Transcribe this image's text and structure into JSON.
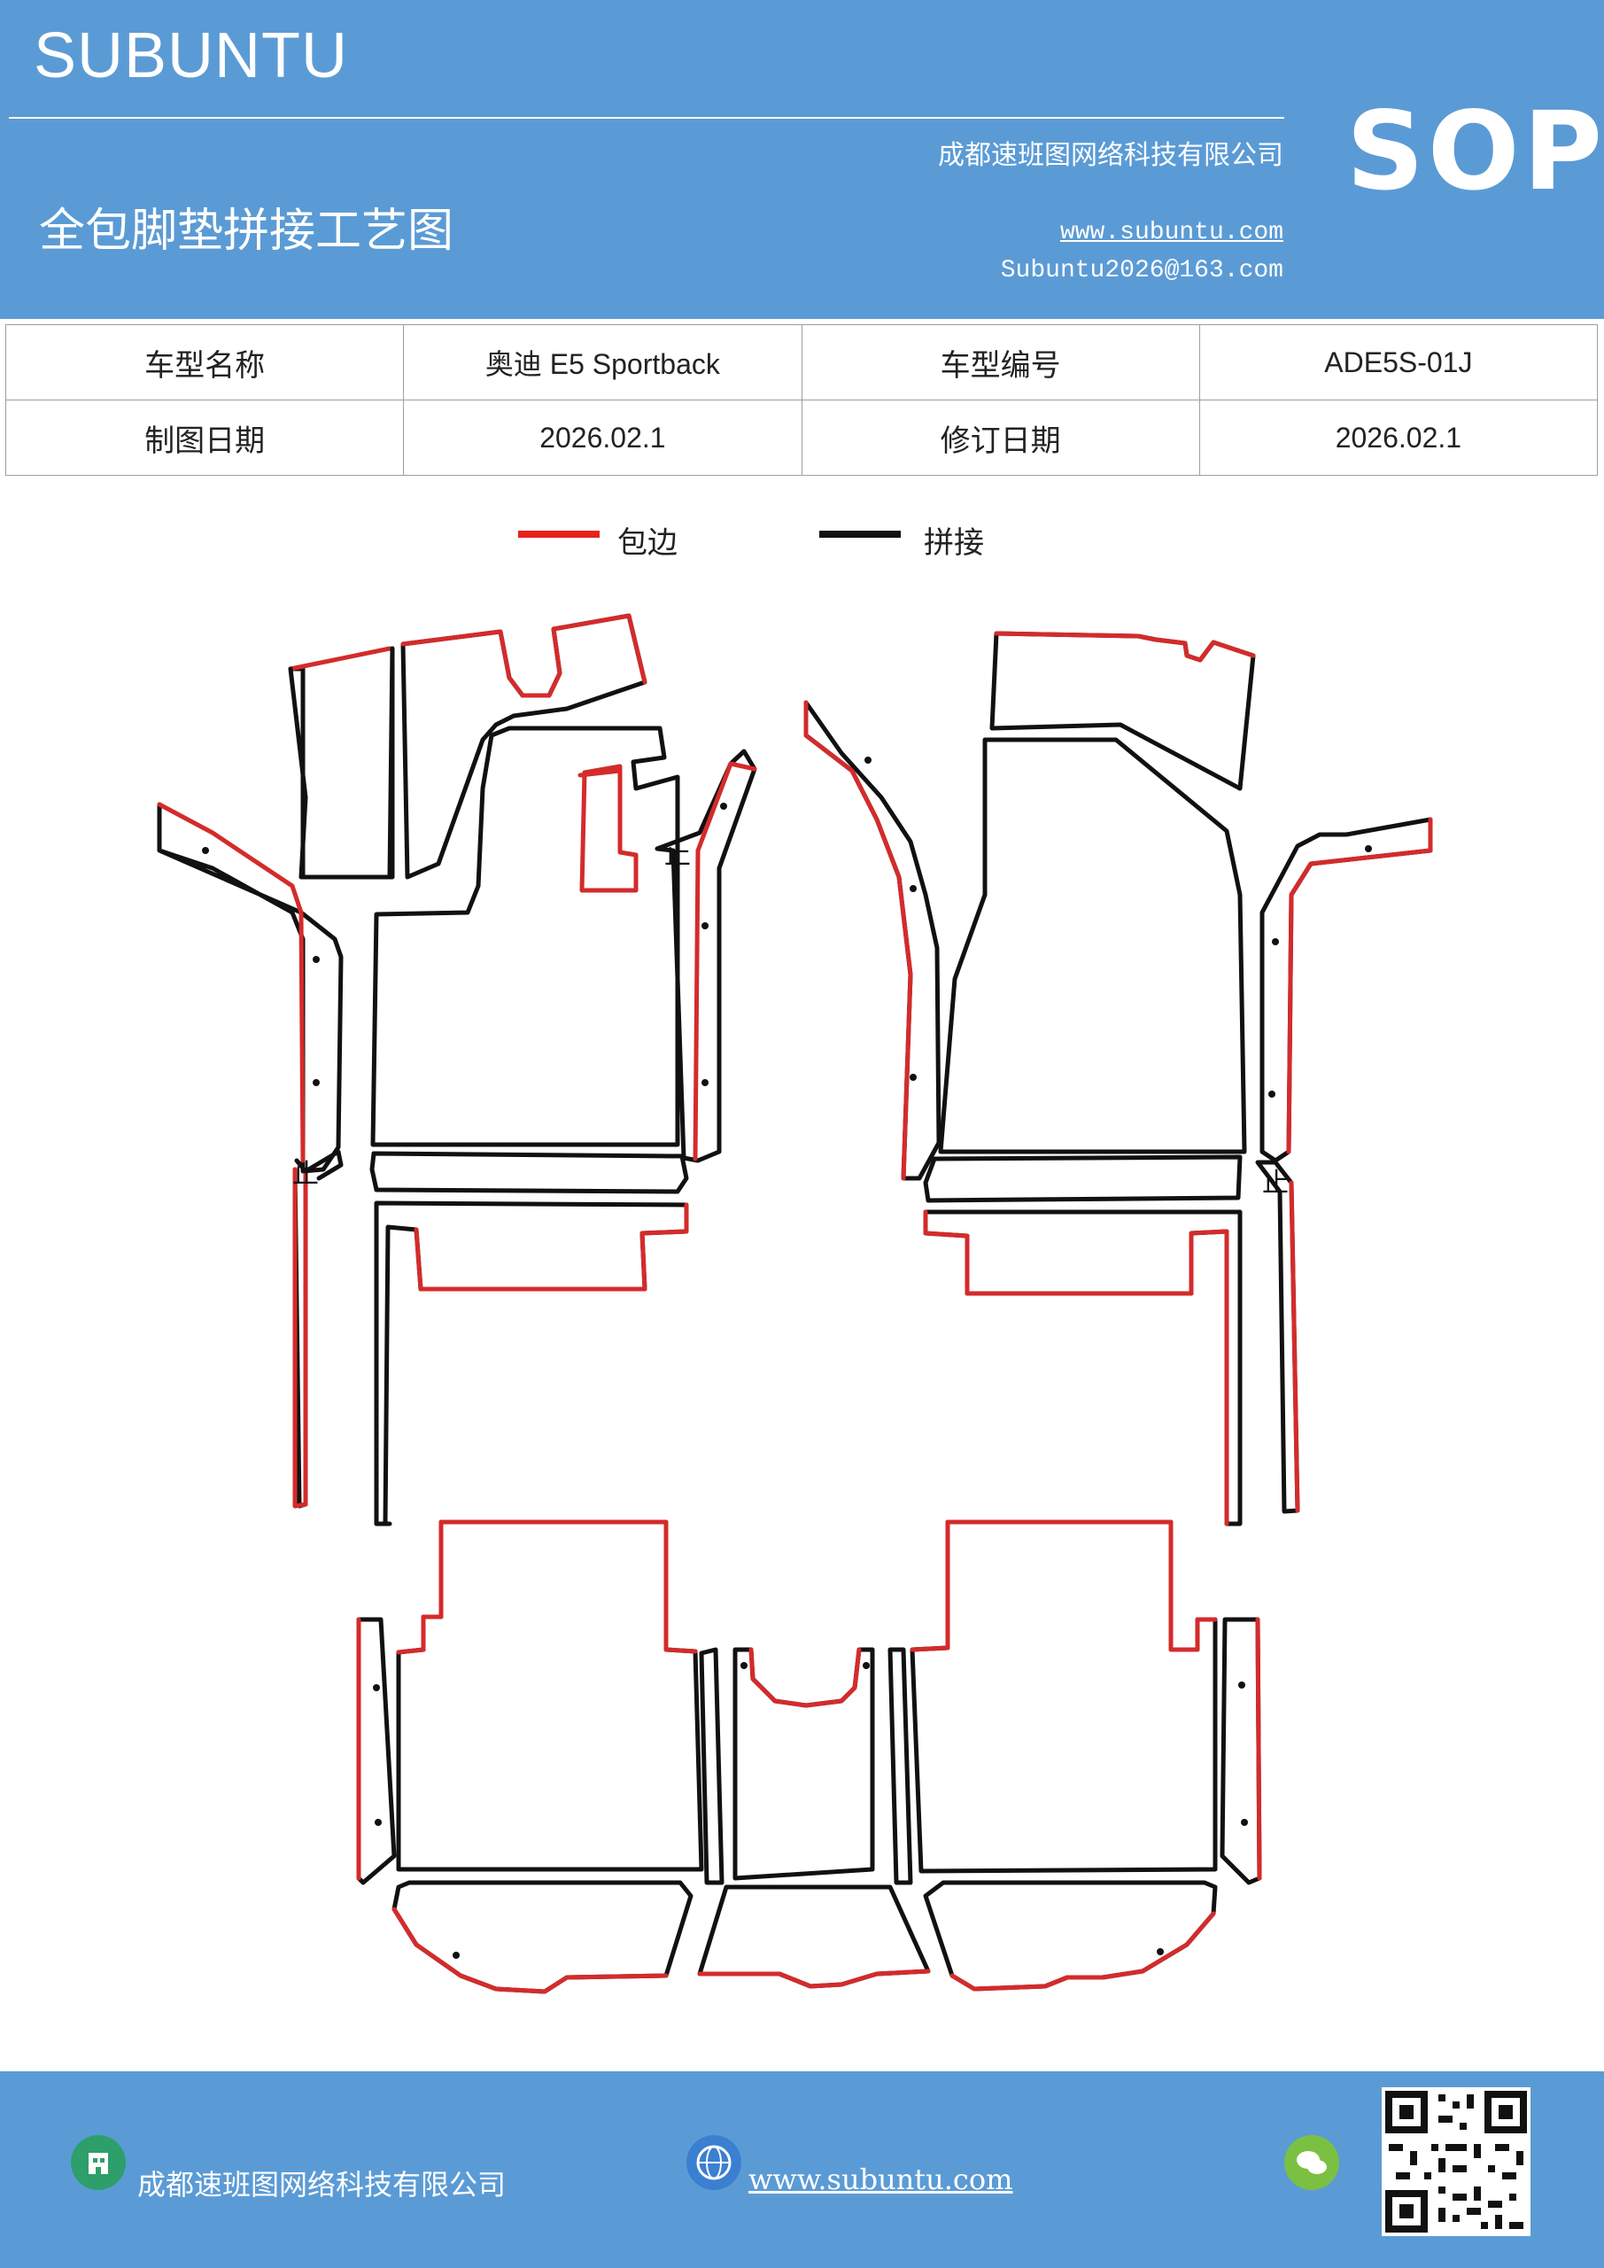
{
  "header": {
    "brand": "SUBUNTU",
    "doc_code": "SOP",
    "company": "成都速班图网络科技有限公司",
    "title": "全包脚垫拼接工艺图",
    "website": "www.subuntu.com",
    "email": "Subuntu2026@163.com"
  },
  "info_table": {
    "rows": [
      {
        "label1": "车型名称",
        "value1": "奥迪 E5  Sportback",
        "label2": "车型编号",
        "value2": "ADE5S-01J"
      },
      {
        "label1": "制图日期",
        "value1": "2026.02.1",
        "label2": "修订日期",
        "value2": "2026.02.1"
      }
    ]
  },
  "legend": [
    {
      "label": "包边",
      "color": "#e8231d"
    },
    {
      "label": "拼接",
      "color": "#111111"
    }
  ],
  "drawing": {
    "stop_marks": [
      "止",
      "止",
      "止"
    ],
    "edge_color": "#d42b2b",
    "seam_color": "#111111"
  },
  "footer": {
    "company": "成都速班图网络科技有限公司",
    "website": "www.subuntu.com"
  },
  "colors": {
    "banner": "#5b9bd5"
  }
}
